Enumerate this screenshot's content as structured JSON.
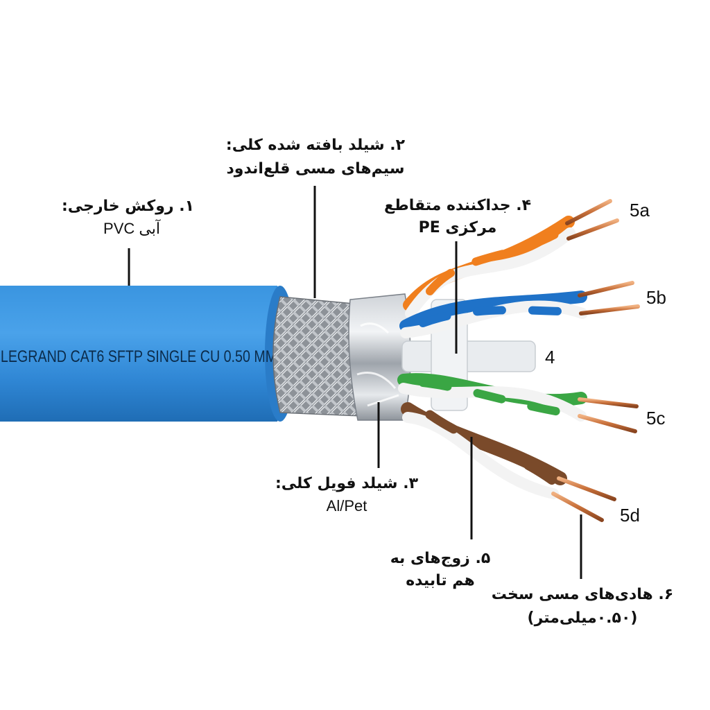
{
  "jacket_print": "LEGRAND CAT6 SFTP SINGLE CU 0.50 MM",
  "labels": {
    "jacket": {
      "title": "۱. روکش خارجی:",
      "detail": "PVC آبی"
    },
    "braid": {
      "line1": "۲. شیلد بافته شده کلی:",
      "line2": "سیم‌های مسی قلع‌اندود"
    },
    "foil": {
      "title": "۳. شیلد فویل کلی:",
      "detail": "Al/Pet"
    },
    "separator": {
      "line1": "۴. جداکننده متقاطع",
      "line2": "مرکزی PE"
    },
    "pairs": {
      "line1": "۵. زوج‌های به",
      "line2": "هم تابیده"
    },
    "conductors": {
      "line1": "۶. هادی‌های مسی سخت",
      "line2": "(۰.۵۰میلی‌متر)"
    }
  },
  "pair_tags": {
    "a": "5a",
    "b": "5b",
    "c": "5c",
    "d": "5d"
  },
  "separator_tag": "4",
  "colors": {
    "jacket": "#2f86d4",
    "orange": "#f07f1e",
    "blue": "#1f72c8",
    "green": "#3aa644",
    "brown": "#7a4a2a",
    "copper": "#c8703a"
  }
}
